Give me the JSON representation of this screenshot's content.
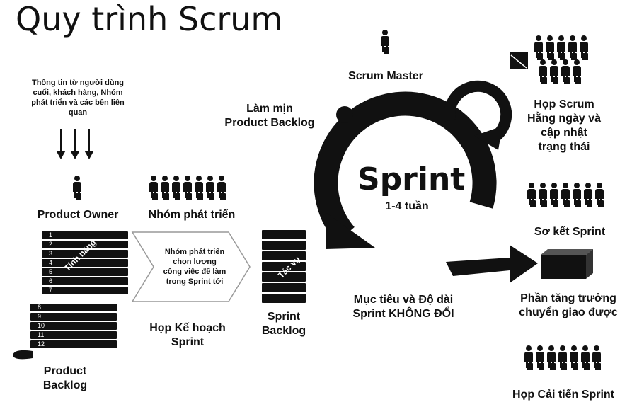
{
  "title": "Quy trình Scrum",
  "stakeholders_text": "Thông tin từ người dùng\ncuối, khách hàng, Nhóm\nphát triển và các bên liên\nquan",
  "product_owner": "Product Owner",
  "dev_team": "Nhóm phát triển",
  "features_label": "Tính năng",
  "product_backlog_items": [
    "1",
    "2",
    "3",
    "4",
    "5",
    "6",
    "7",
    "8",
    "9",
    "10",
    "11",
    "12"
  ],
  "product_backlog": "Product\nBacklog",
  "selection_text": "Nhóm phát triển\nchọn lượng\ncông việc để làm\ntrong Sprint tới",
  "sprint_planning": "Họp Kế hoạch\nSprint",
  "tasks_label": "Tác vụ",
  "sprint_backlog": "Sprint\nBacklog",
  "refinement": "Làm mịn\nProduct Backlog",
  "scrum_master": "Scrum Master",
  "sprint_title": "Sprint",
  "sprint_duration": "1-4 tuần",
  "sprint_goal": "Mục tiêu và Độ dài\nSprint KHÔNG ĐỔI",
  "daily_scrum": "Họp Scrum\nHằng ngày và\ncập nhật\ntrạng thái",
  "sprint_review": "Sơ kết Sprint",
  "increment": "Phần tăng trưởng\nchuyển giao được",
  "retrospective": "Họp Cải tiến Sprint"
}
